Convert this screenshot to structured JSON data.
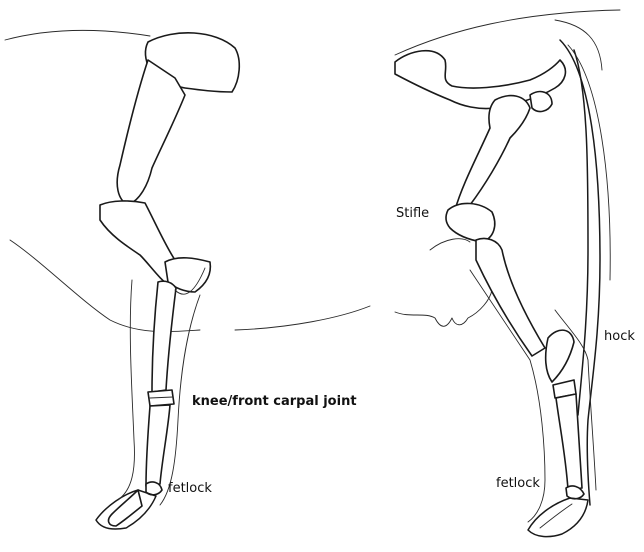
{
  "diagram": {
    "labels": {
      "knee": "knee/front carpal joint",
      "fetlock_front": "fetlock",
      "stifle": "Stifle",
      "hock": "hock",
      "fetlock_hind": "fetlock"
    }
  }
}
